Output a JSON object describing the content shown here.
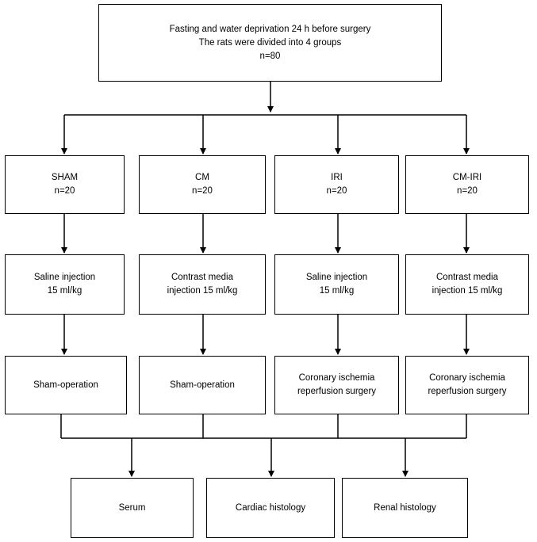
{
  "top": {
    "lines": [
      "Fasting and water deprivation 24 h before surgery",
      "The rats were divided into 4 groups",
      "n=80"
    ]
  },
  "groups": [
    {
      "name": "SHAM",
      "n": "n=20",
      "injection": [
        "Saline injection",
        "15 ml/kg"
      ],
      "surgery": [
        "Sham-operation"
      ]
    },
    {
      "name": "CM",
      "n": "n=20",
      "injection": [
        "Contrast media",
        "injection 15 ml/kg"
      ],
      "surgery": [
        "Sham-operation"
      ]
    },
    {
      "name": "IRI",
      "n": "n=20",
      "injection": [
        "Saline injection",
        "15 ml/kg"
      ],
      "surgery": [
        "Coronary ischemia",
        "reperfusion surgery"
      ]
    },
    {
      "name": "CM-IRI",
      "n": "n=20",
      "injection": [
        "Contrast media",
        "injection 15 ml/kg"
      ],
      "surgery": [
        "Coronary ischemia",
        "reperfusion surgery"
      ]
    }
  ],
  "outputs": [
    "Serum",
    "Cardiac histology",
    "Renal histology"
  ]
}
